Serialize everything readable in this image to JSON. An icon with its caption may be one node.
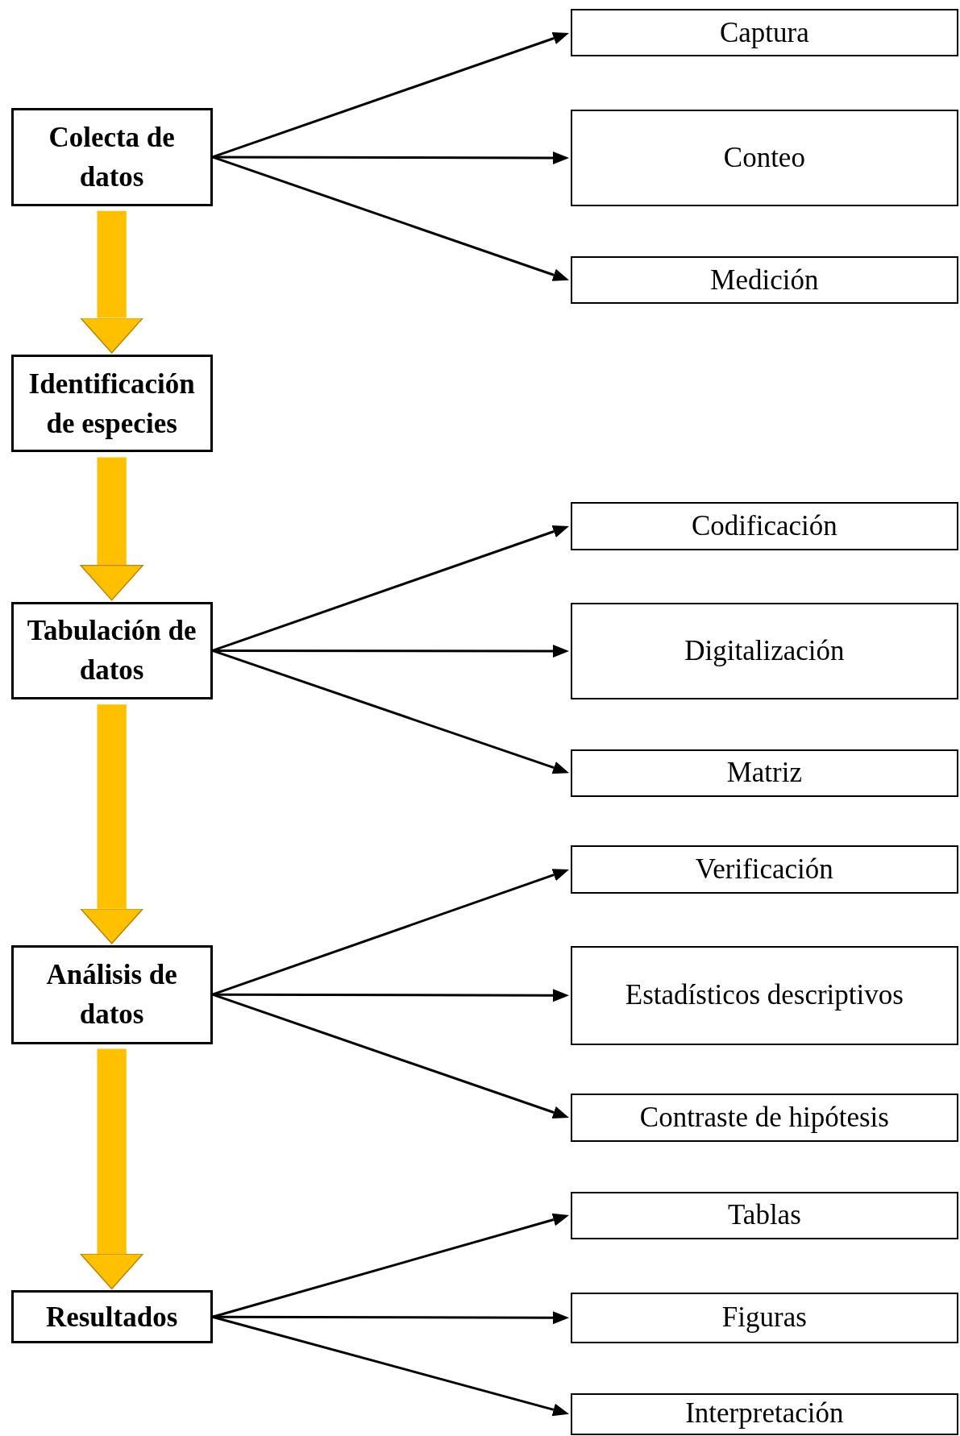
{
  "diagram": {
    "nodes": [
      {
        "text": [
          "Captura"
        ]
      },
      {
        "text": [
          "Colecta de datos"
        ]
      },
      {
        "text": [
          "Conteo"
        ]
      },
      {
        "text": [
          "Medición"
        ]
      },
      {
        "text": [
          "Identificación de especies"
        ]
      },
      {
        "text": [
          "Codificación"
        ]
      },
      {
        "text": [
          "Tabulación de datos"
        ]
      },
      {
        "text": [
          "Digitalización"
        ]
      },
      {
        "text": [
          "Matriz"
        ]
      },
      {
        "text": [
          "Verificación"
        ]
      },
      {
        "text": [
          "Análisis de datos"
        ]
      },
      {
        "text": [
          "Estadísticos descriptivos"
        ]
      },
      {
        "text": [
          "Contraste de hipótesis"
        ]
      },
      {
        "text": [
          "Tablas"
        ]
      },
      {
        "text": [
          "Resultados"
        ]
      },
      {
        "text": [
          "Figuras"
        ]
      },
      {
        "text": [
          "Interpretación"
        ]
      }
    ],
    "edges": [
      {
        "from": 1,
        "to": 0,
        "arrow": "to"
      },
      {
        "from": 1,
        "to": 2,
        "arrow": "to"
      },
      {
        "from": 1,
        "to": 3,
        "arrow": "to"
      },
      {
        "from": 1,
        "to": 4,
        "arrow": "to",
        "style": "thick",
        "color": "#ffc000"
      },
      {
        "from": 4,
        "to": 6,
        "arrow": "to",
        "style": "thick",
        "color": "#ffc000"
      },
      {
        "from": 6,
        "to": 5,
        "arrow": "to"
      },
      {
        "from": 6,
        "to": 7,
        "arrow": "to"
      },
      {
        "from": 6,
        "to": 8,
        "arrow": "to"
      },
      {
        "from": 6,
        "to": 10,
        "arrow": "to",
        "style": "thick",
        "color": "#ffc000"
      },
      {
        "from": 10,
        "to": 9,
        "arrow": "to"
      },
      {
        "from": 10,
        "to": 11,
        "arrow": "to"
      },
      {
        "from": 10,
        "to": 12,
        "arrow": "to"
      },
      {
        "from": 10,
        "to": 14,
        "arrow": "to",
        "style": "thick",
        "color": "#ffc000"
      },
      {
        "from": 14,
        "to": 13,
        "arrow": "to"
      },
      {
        "from": 14,
        "to": 15,
        "arrow": "to"
      },
      {
        "from": 14,
        "to": 16,
        "arrow": "to"
      }
    ]
  }
}
